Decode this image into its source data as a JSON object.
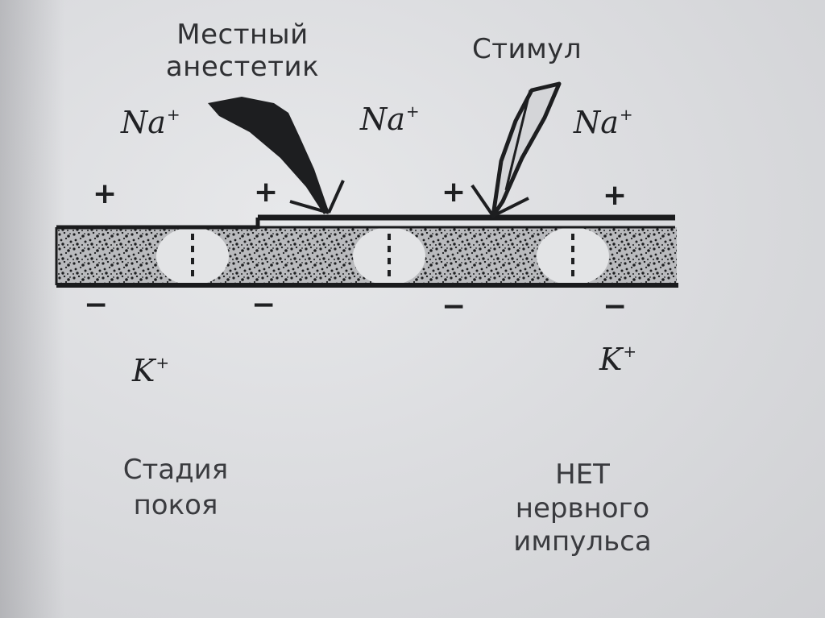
{
  "labels": {
    "local_anesthetic": "Местный анестетик",
    "local_anesthetic_line1": "Местный",
    "local_anesthetic_line2": "анестетик",
    "stimulus": "Стимул",
    "ion_na": "Na",
    "ion_k": "K",
    "superscript_plus": "+",
    "charge_plus": "+",
    "charge_minus": "−",
    "stage_rest_line1": "Стадия",
    "stage_rest_line2": "покоя",
    "no_impulse_line1": "НЕТ",
    "no_impulse_line2": "нервного",
    "no_impulse_line3": "импульса"
  },
  "colors": {
    "paper": "#d9dadc",
    "ink": "#202124",
    "membrane_fill": "#7b7c80",
    "node_fill": "#e3e4e6"
  }
}
